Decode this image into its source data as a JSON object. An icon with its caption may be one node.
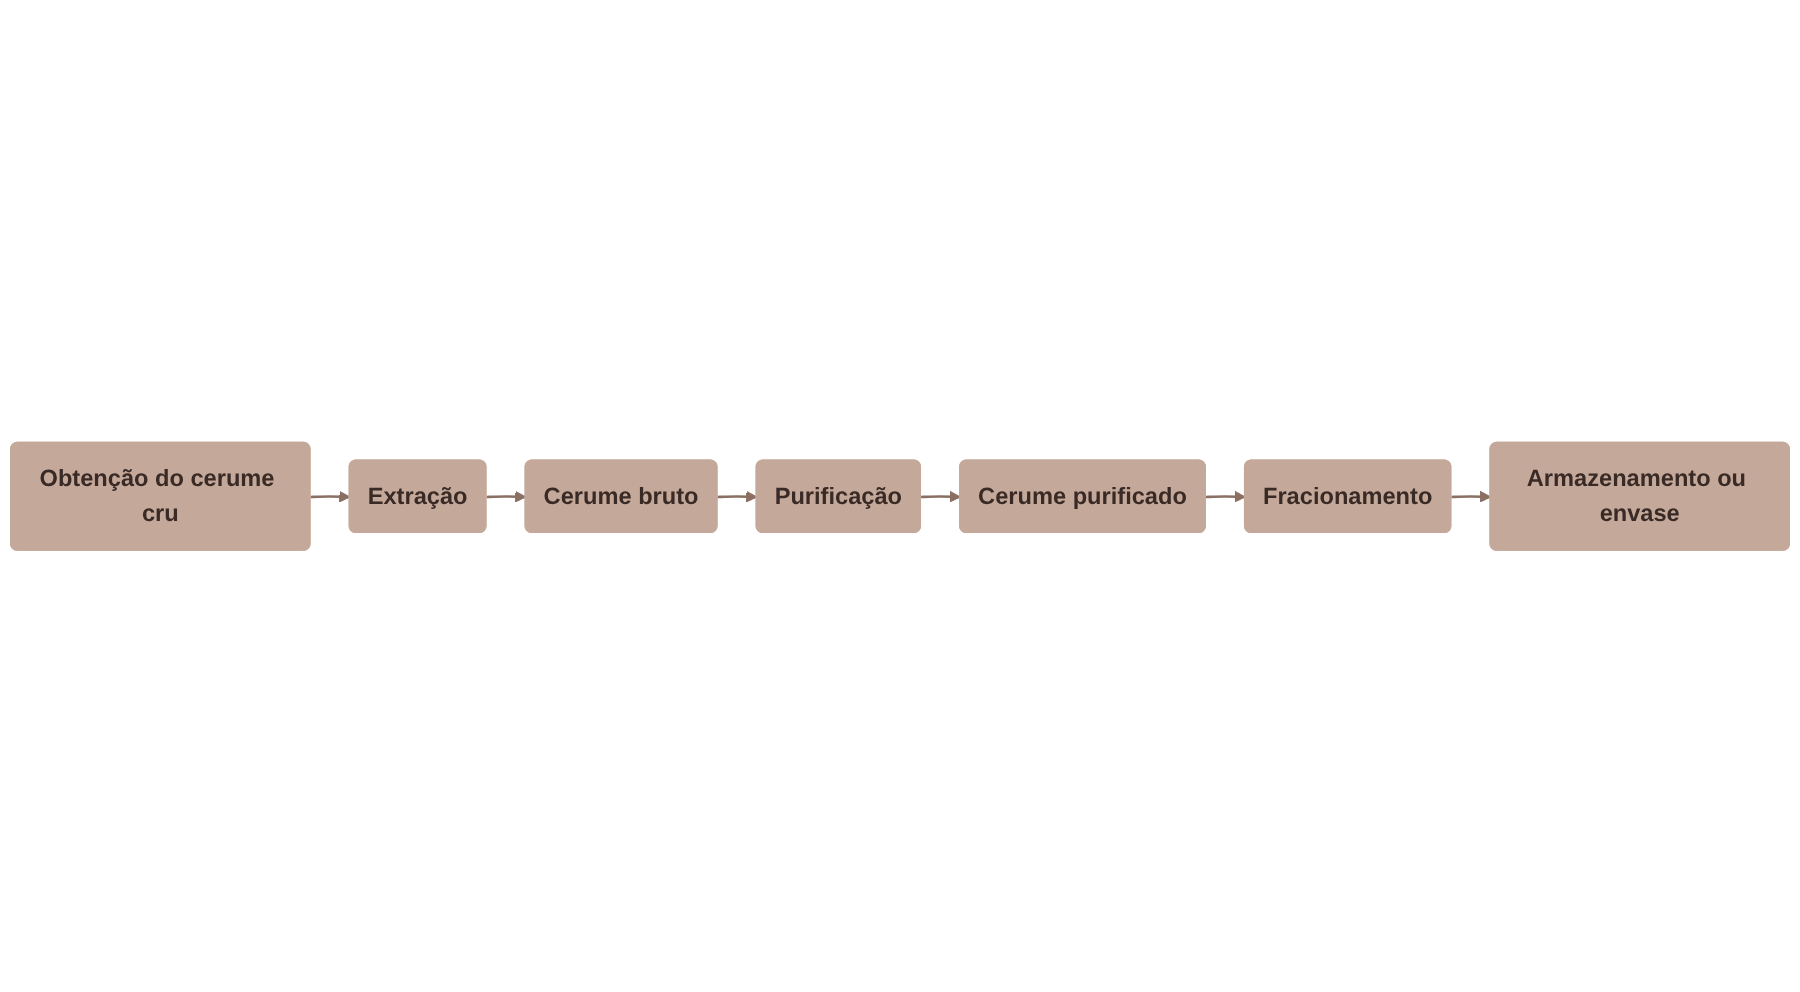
{
  "diagram": {
    "nodes": [
      {
        "text": [
          "Obtenção do cerume cru"
        ]
      },
      {
        "text": [
          "Extração"
        ]
      },
      {
        "text": [
          "Cerume bruto"
        ]
      },
      {
        "text": [
          "Purificação"
        ]
      },
      {
        "text": [
          "Cerume purificado"
        ]
      },
      {
        "text": [
          "Fracionamento"
        ]
      },
      {
        "text": [
          "Armazenamento ou envase"
        ]
      }
    ],
    "edges": [
      {
        "from": 0,
        "to": 1,
        "arrow": "to"
      },
      {
        "from": 1,
        "to": 2,
        "arrow": "to"
      },
      {
        "from": 2,
        "to": 3,
        "arrow": "to"
      },
      {
        "from": 3,
        "to": 4,
        "arrow": "to"
      },
      {
        "from": 4,
        "to": 5,
        "arrow": "to"
      },
      {
        "from": 5,
        "to": 6,
        "arrow": "to"
      }
    ]
  }
}
